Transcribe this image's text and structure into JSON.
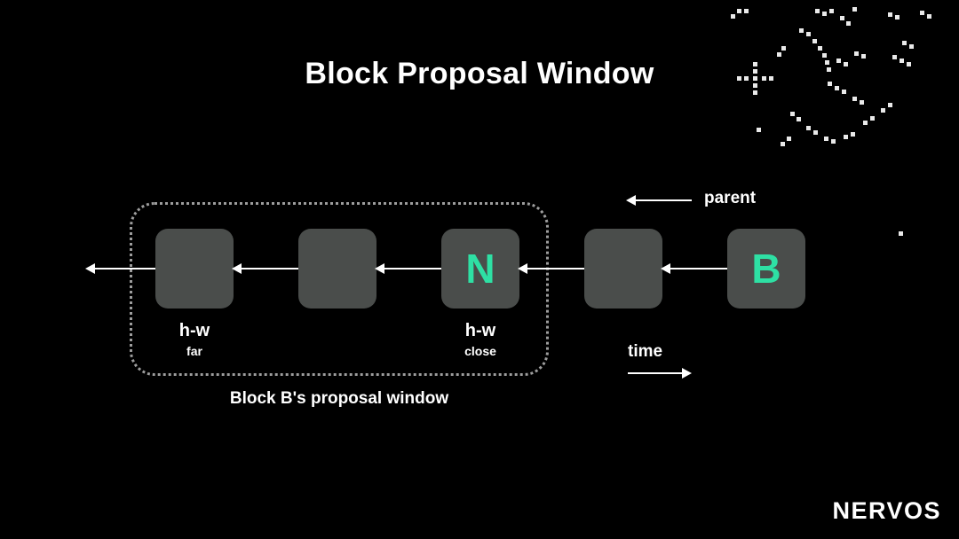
{
  "title": "Block Proposal Window",
  "colors": {
    "background": "#000000",
    "block_fill": "#4a4d4b",
    "accent_green": "#2ee0a4",
    "text": "#ffffff"
  },
  "chain": {
    "blocks": [
      {
        "label": ""
      },
      {
        "label": ""
      },
      {
        "label": "N"
      },
      {
        "label": ""
      },
      {
        "label": "B"
      }
    ]
  },
  "labels": {
    "far": {
      "main": "h-w",
      "sub": "far"
    },
    "close": {
      "main": "h-w",
      "sub": "close"
    },
    "window_caption": "Block B's proposal window",
    "parent": "parent",
    "time": "time"
  },
  "footer": {
    "logo": "NERVOS"
  }
}
